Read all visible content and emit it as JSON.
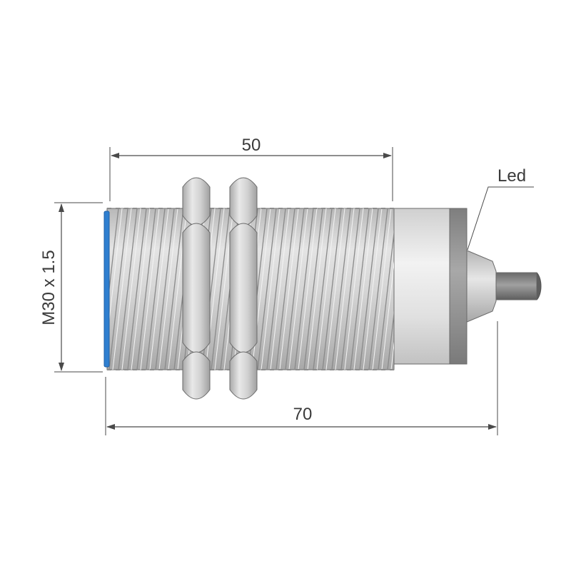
{
  "diagram": {
    "dimensions": {
      "thread_length": "50",
      "overall_length": "70",
      "thread_spec": "M30 x 1.5"
    },
    "callouts": {
      "led_label": "Led"
    },
    "colors": {
      "sensing_face": "#2f7fd0",
      "body_light": "#e2e2e2",
      "body_mid": "#c4c4c4",
      "body_dark": "#9a9a9a",
      "collar": "#8e8e8e",
      "cable": "#7a7a7a",
      "line": "#4a4a4a"
    }
  }
}
